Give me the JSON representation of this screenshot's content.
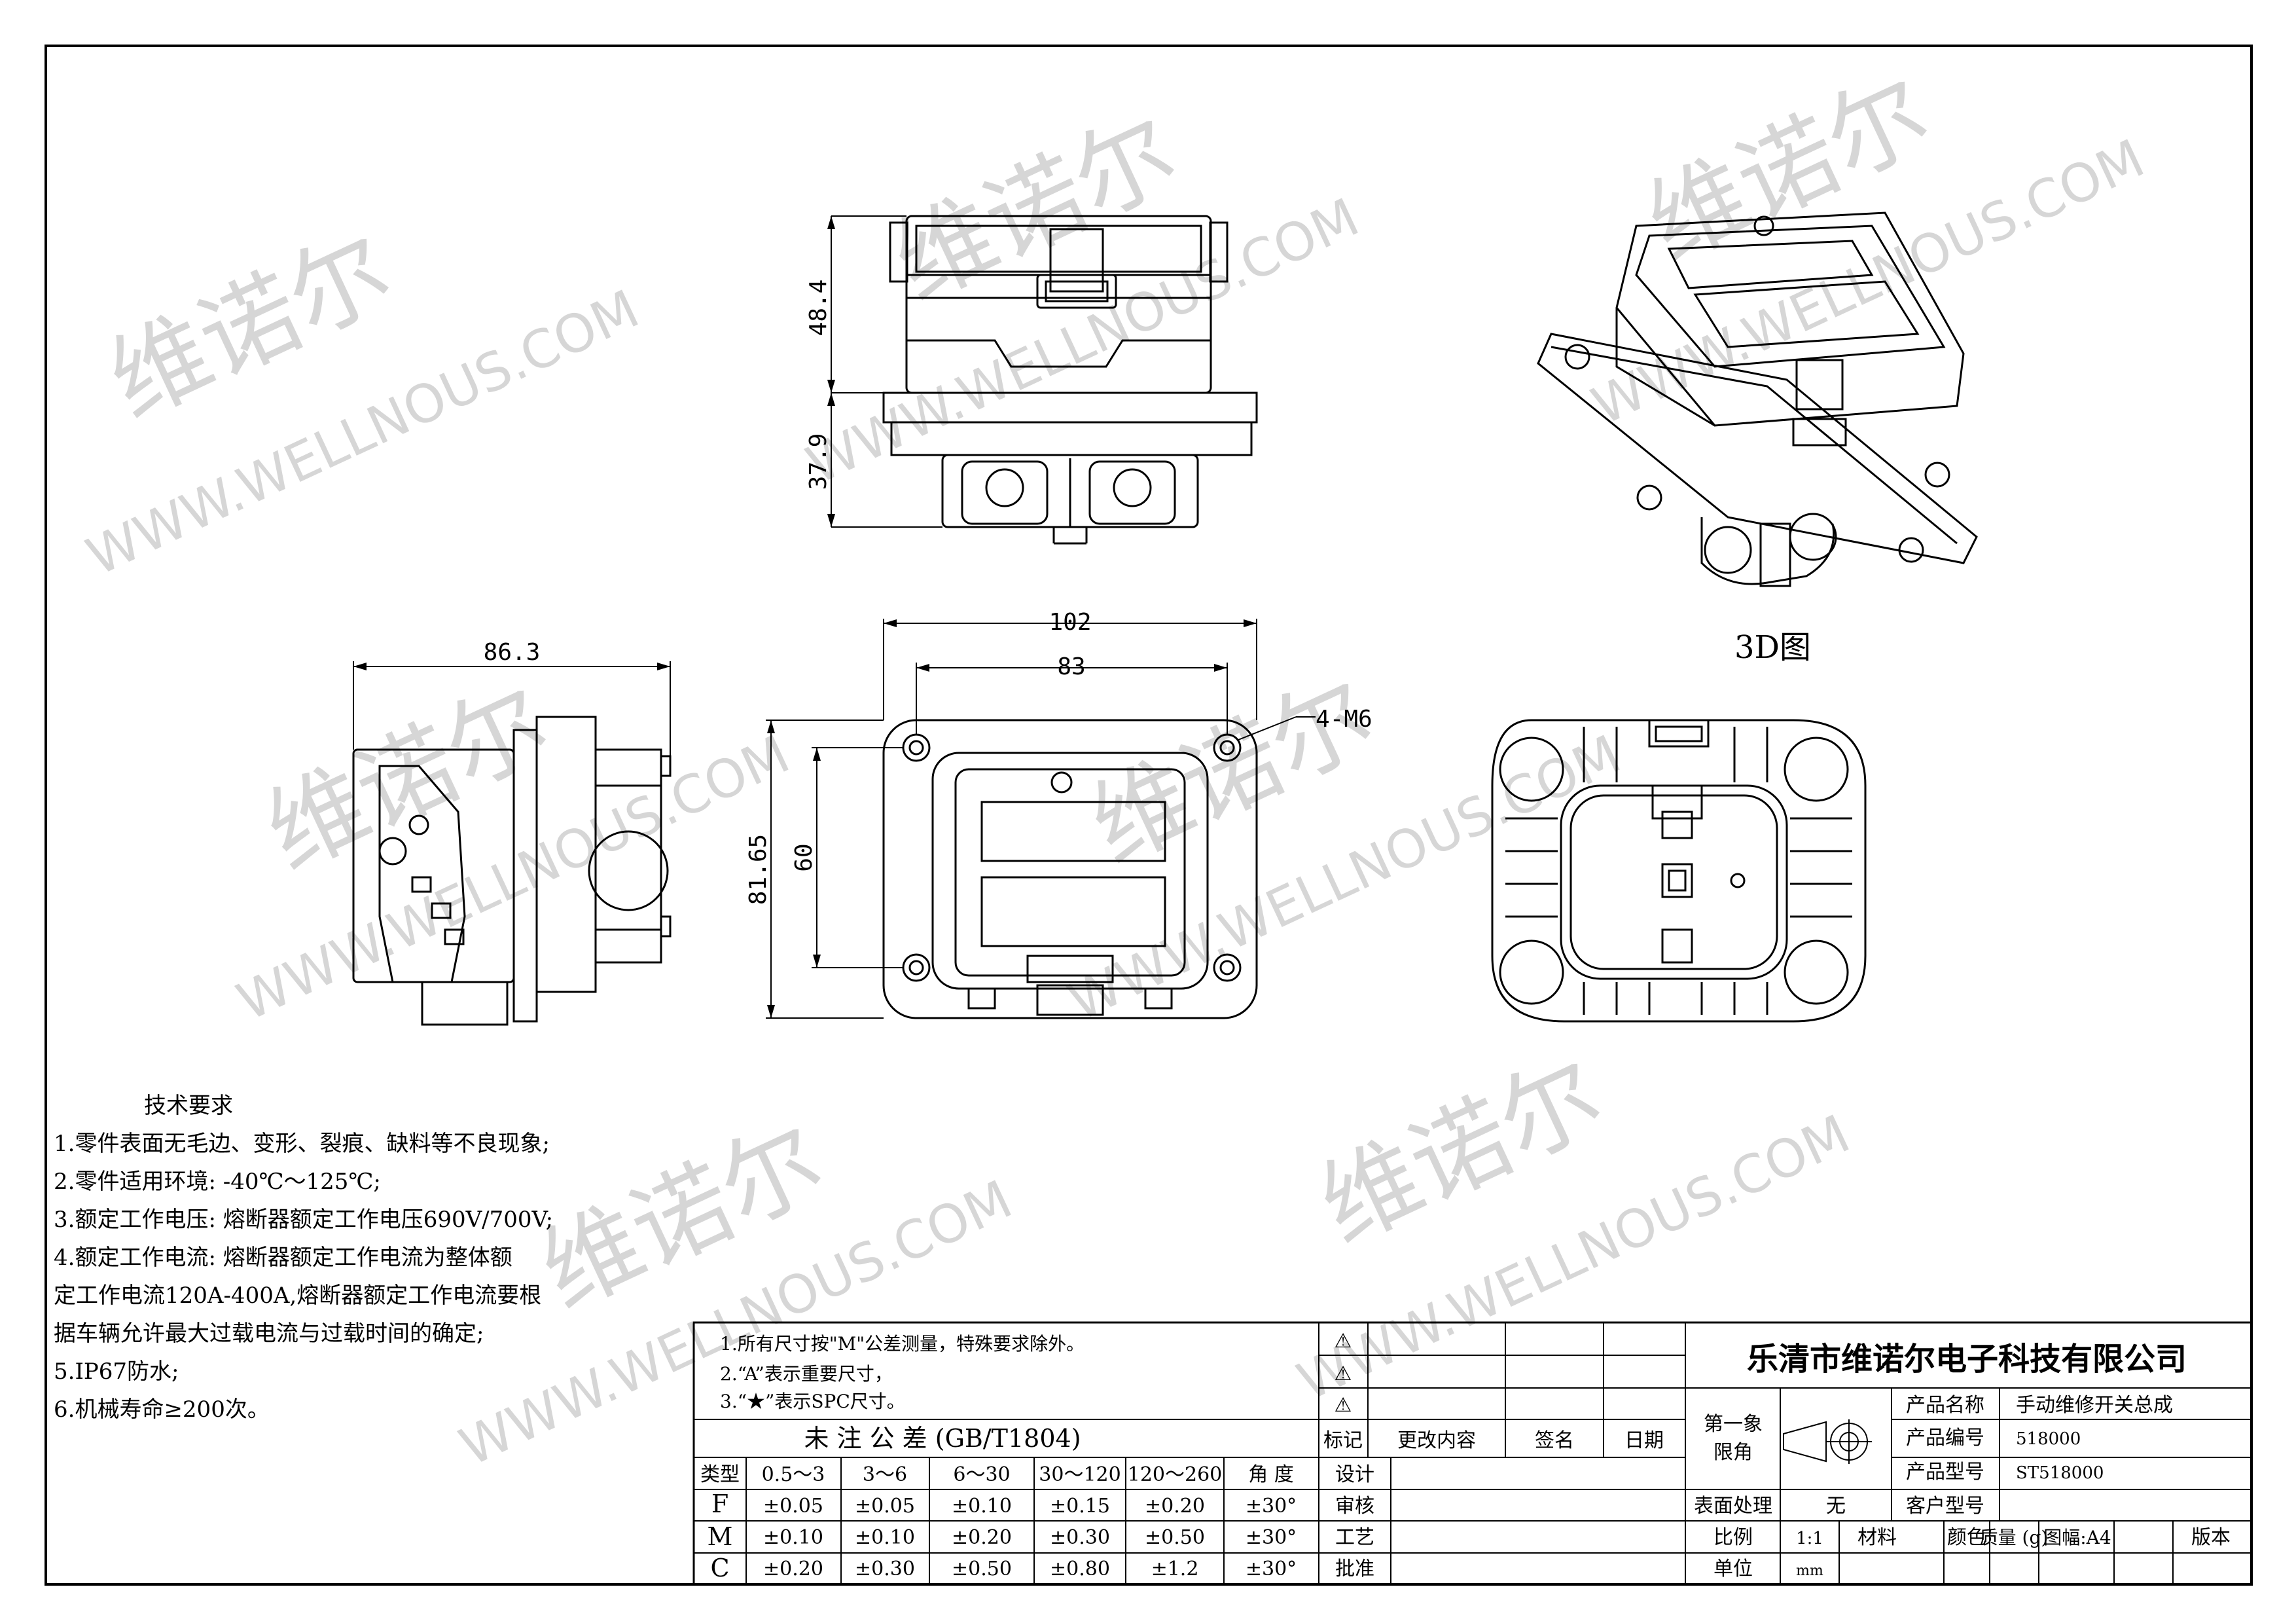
{
  "drawing": {
    "view_3d_label": "3D图",
    "dimensions": {
      "front_upper_height": "48.4",
      "front_lower_height": "37.9",
      "side_width": "86.3",
      "top_overall_width": "102",
      "top_hole_spacing_width": "83",
      "top_overall_height": "81.65",
      "top_hole_spacing_height": "60",
      "hole_callout": "4-M6"
    },
    "watermark": {
      "brand_cn": "维诺尔",
      "brand_en": "WWW.WELLNOUS.COM"
    }
  },
  "technical_requirements": {
    "title": "技术要求",
    "lines": [
      "1.零件表面无毛边、变形、裂痕、缺料等不良现象;",
      "2.零件适用环境: -40℃～125℃;",
      "3.额定工作电压: 熔断器额定工作电压690V/700V;",
      "4.额定工作电流: 熔断器额定工作电流为整体额",
      "定工作电流120A-400A,熔断器额定工作电流要根",
      "据车辆允许最大过载电流与过载时间的确定;",
      "5.IP67防水;",
      "6.机械寿命≥200次。"
    ]
  },
  "title_block": {
    "notes": [
      "1.所有尺寸按\"M\"公差测量，特殊要求除外。",
      "2.“A”表示重要尺寸，",
      "3.“★”表示SPC尺寸。"
    ],
    "tolerance_title": "未 注 公 差  (GB/T1804)",
    "tolerance_header": [
      "类型",
      "0.5～3",
      "3～6",
      "6～30",
      "30～120",
      "120～260",
      "角 度"
    ],
    "tolerance_rows": [
      [
        "F",
        "±0.05",
        "±0.05",
        "±0.10",
        "±0.15",
        "±0.20",
        "±30°"
      ],
      [
        "M",
        "±0.10",
        "±0.10",
        "±0.20",
        "±0.30",
        "±0.50",
        "±30°"
      ],
      [
        "C",
        "±0.20",
        "±0.30",
        "±0.50",
        "±0.80",
        "±1.2",
        "±30°"
      ]
    ],
    "revision_symbols": [
      "⚠",
      "⚠",
      "⚠"
    ],
    "revision_header": [
      "标记",
      "更改内容",
      "签名",
      "日期"
    ],
    "approval_labels": [
      "设计",
      "审核",
      "工艺",
      "批准"
    ],
    "company": "乐清市维诺尔电子科技有限公司",
    "projection_label": "第一象\n限角",
    "product": [
      {
        "label": "产品名称",
        "value": "手动维修开关总成"
      },
      {
        "label": "产品编号",
        "value": "518000"
      },
      {
        "label": "产品型号",
        "value": "ST518000"
      },
      {
        "label": "客户型号",
        "value": ""
      }
    ],
    "surface_label": "表面处理",
    "surface_value": "无",
    "scale_label": "比例",
    "scale_value": "1:1",
    "material_label": "材料",
    "color_label": "颜色",
    "weight_label": "质量 (g)",
    "sheet_label": "图幅:A4",
    "version_label": "版本",
    "unit_label": "单位",
    "unit_value": "mm"
  }
}
